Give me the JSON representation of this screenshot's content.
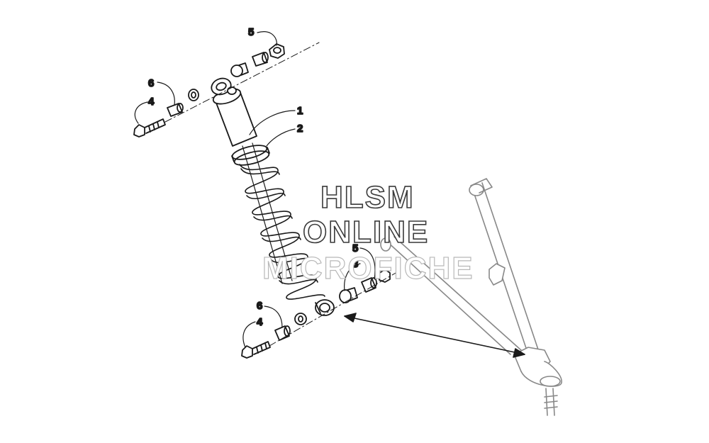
{
  "watermark": {
    "line1": "HLSM",
    "line2": "ONLINE",
    "line3": "MICROFICHE"
  },
  "callouts": {
    "shock_absorber": "1",
    "spring": "2",
    "bushing_lower": "3",
    "bolt_upper": "4",
    "bolt_lower": "4",
    "lock_nut_upper": "5",
    "lock_nut_lower": "5",
    "sleeve_upper": "6",
    "sleeve_lower": "6"
  }
}
